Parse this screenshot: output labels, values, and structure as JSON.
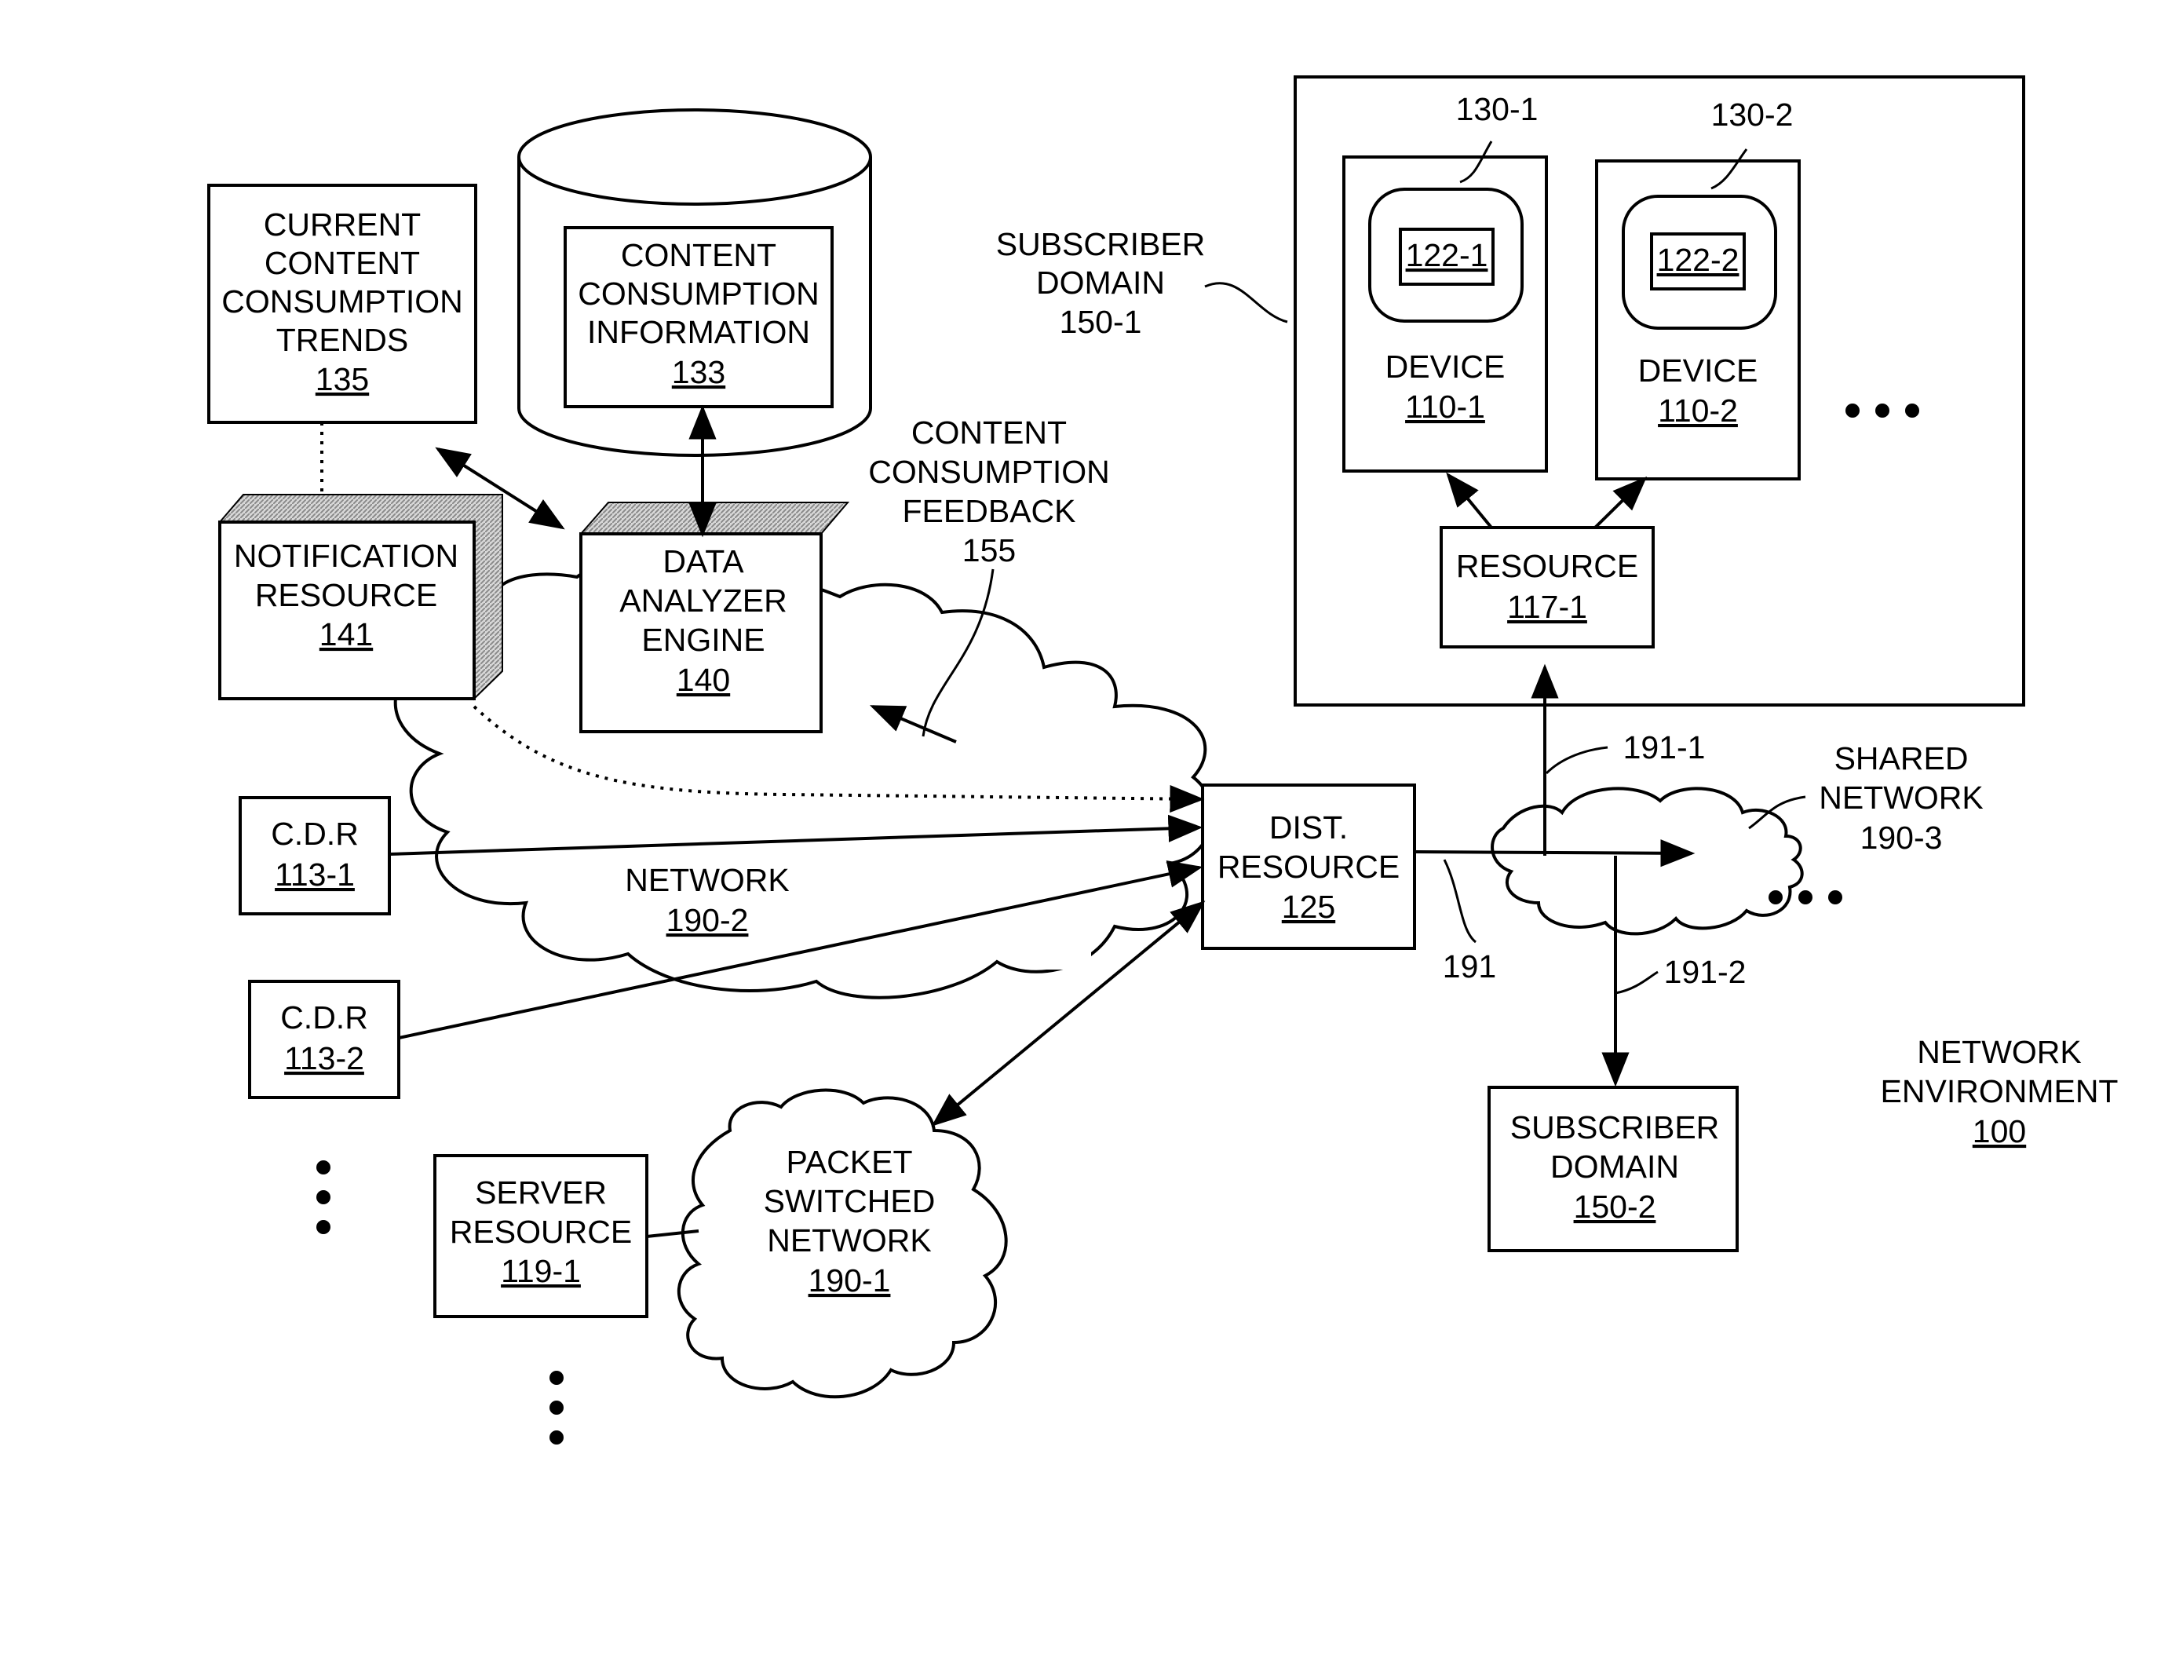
{
  "figure": {
    "trends": {
      "lines": [
        "CURRENT",
        "CONTENT",
        "CONSUMPTION",
        "TRENDS"
      ],
      "ref": "135"
    },
    "info": {
      "lines": [
        "CONTENT",
        "CONSUMPTION",
        "INFORMATION"
      ],
      "ref": "133"
    },
    "notification": {
      "lines": [
        "NOTIFICATION",
        "RESOURCE"
      ],
      "ref": "141"
    },
    "analyzer": {
      "lines": [
        "DATA",
        "ANALYZER",
        "ENGINE"
      ],
      "ref": "140"
    },
    "feedback": {
      "lines": [
        "CONTENT",
        "CONSUMPTION",
        "FEEDBACK"
      ],
      "ref": "155"
    },
    "subscriber1": {
      "lines": [
        "SUBSCRIBER",
        "DOMAIN"
      ],
      "ref": "150-1"
    },
    "device1": {
      "label": "DEVICE",
      "ref": "110-1",
      "screen": "122-1",
      "callout": "130-1"
    },
    "device2": {
      "label": "DEVICE",
      "ref": "110-2",
      "screen": "122-2",
      "callout": "130-2"
    },
    "resource": {
      "label": "RESOURCE",
      "ref": "117-1"
    },
    "cdr1": {
      "label": "C.D.R",
      "ref": "113-1"
    },
    "cdr2": {
      "label": "C.D.R",
      "ref": "113-2"
    },
    "network": {
      "label": "NETWORK",
      "ref": "190-2"
    },
    "dist": {
      "lines": [
        "DIST.",
        "RESOURCE"
      ],
      "ref": "125"
    },
    "shared": {
      "lines": [
        "SHARED",
        "NETWORK"
      ],
      "ref": "190-3"
    },
    "links": {
      "l191": "191",
      "l1911": "191-1",
      "l1912": "191-2"
    },
    "subscriber2": {
      "lines": [
        "SUBSCRIBER",
        "DOMAIN"
      ],
      "ref": "150-2"
    },
    "env": {
      "lines": [
        "NETWORK",
        "ENVIRONMENT"
      ],
      "ref": "100"
    },
    "server": {
      "lines": [
        "SERVER",
        "RESOURCE"
      ],
      "ref": "119-1"
    },
    "packet": {
      "lines": [
        "PACKET",
        "SWITCHED",
        "NETWORK"
      ],
      "ref": "190-1"
    }
  }
}
